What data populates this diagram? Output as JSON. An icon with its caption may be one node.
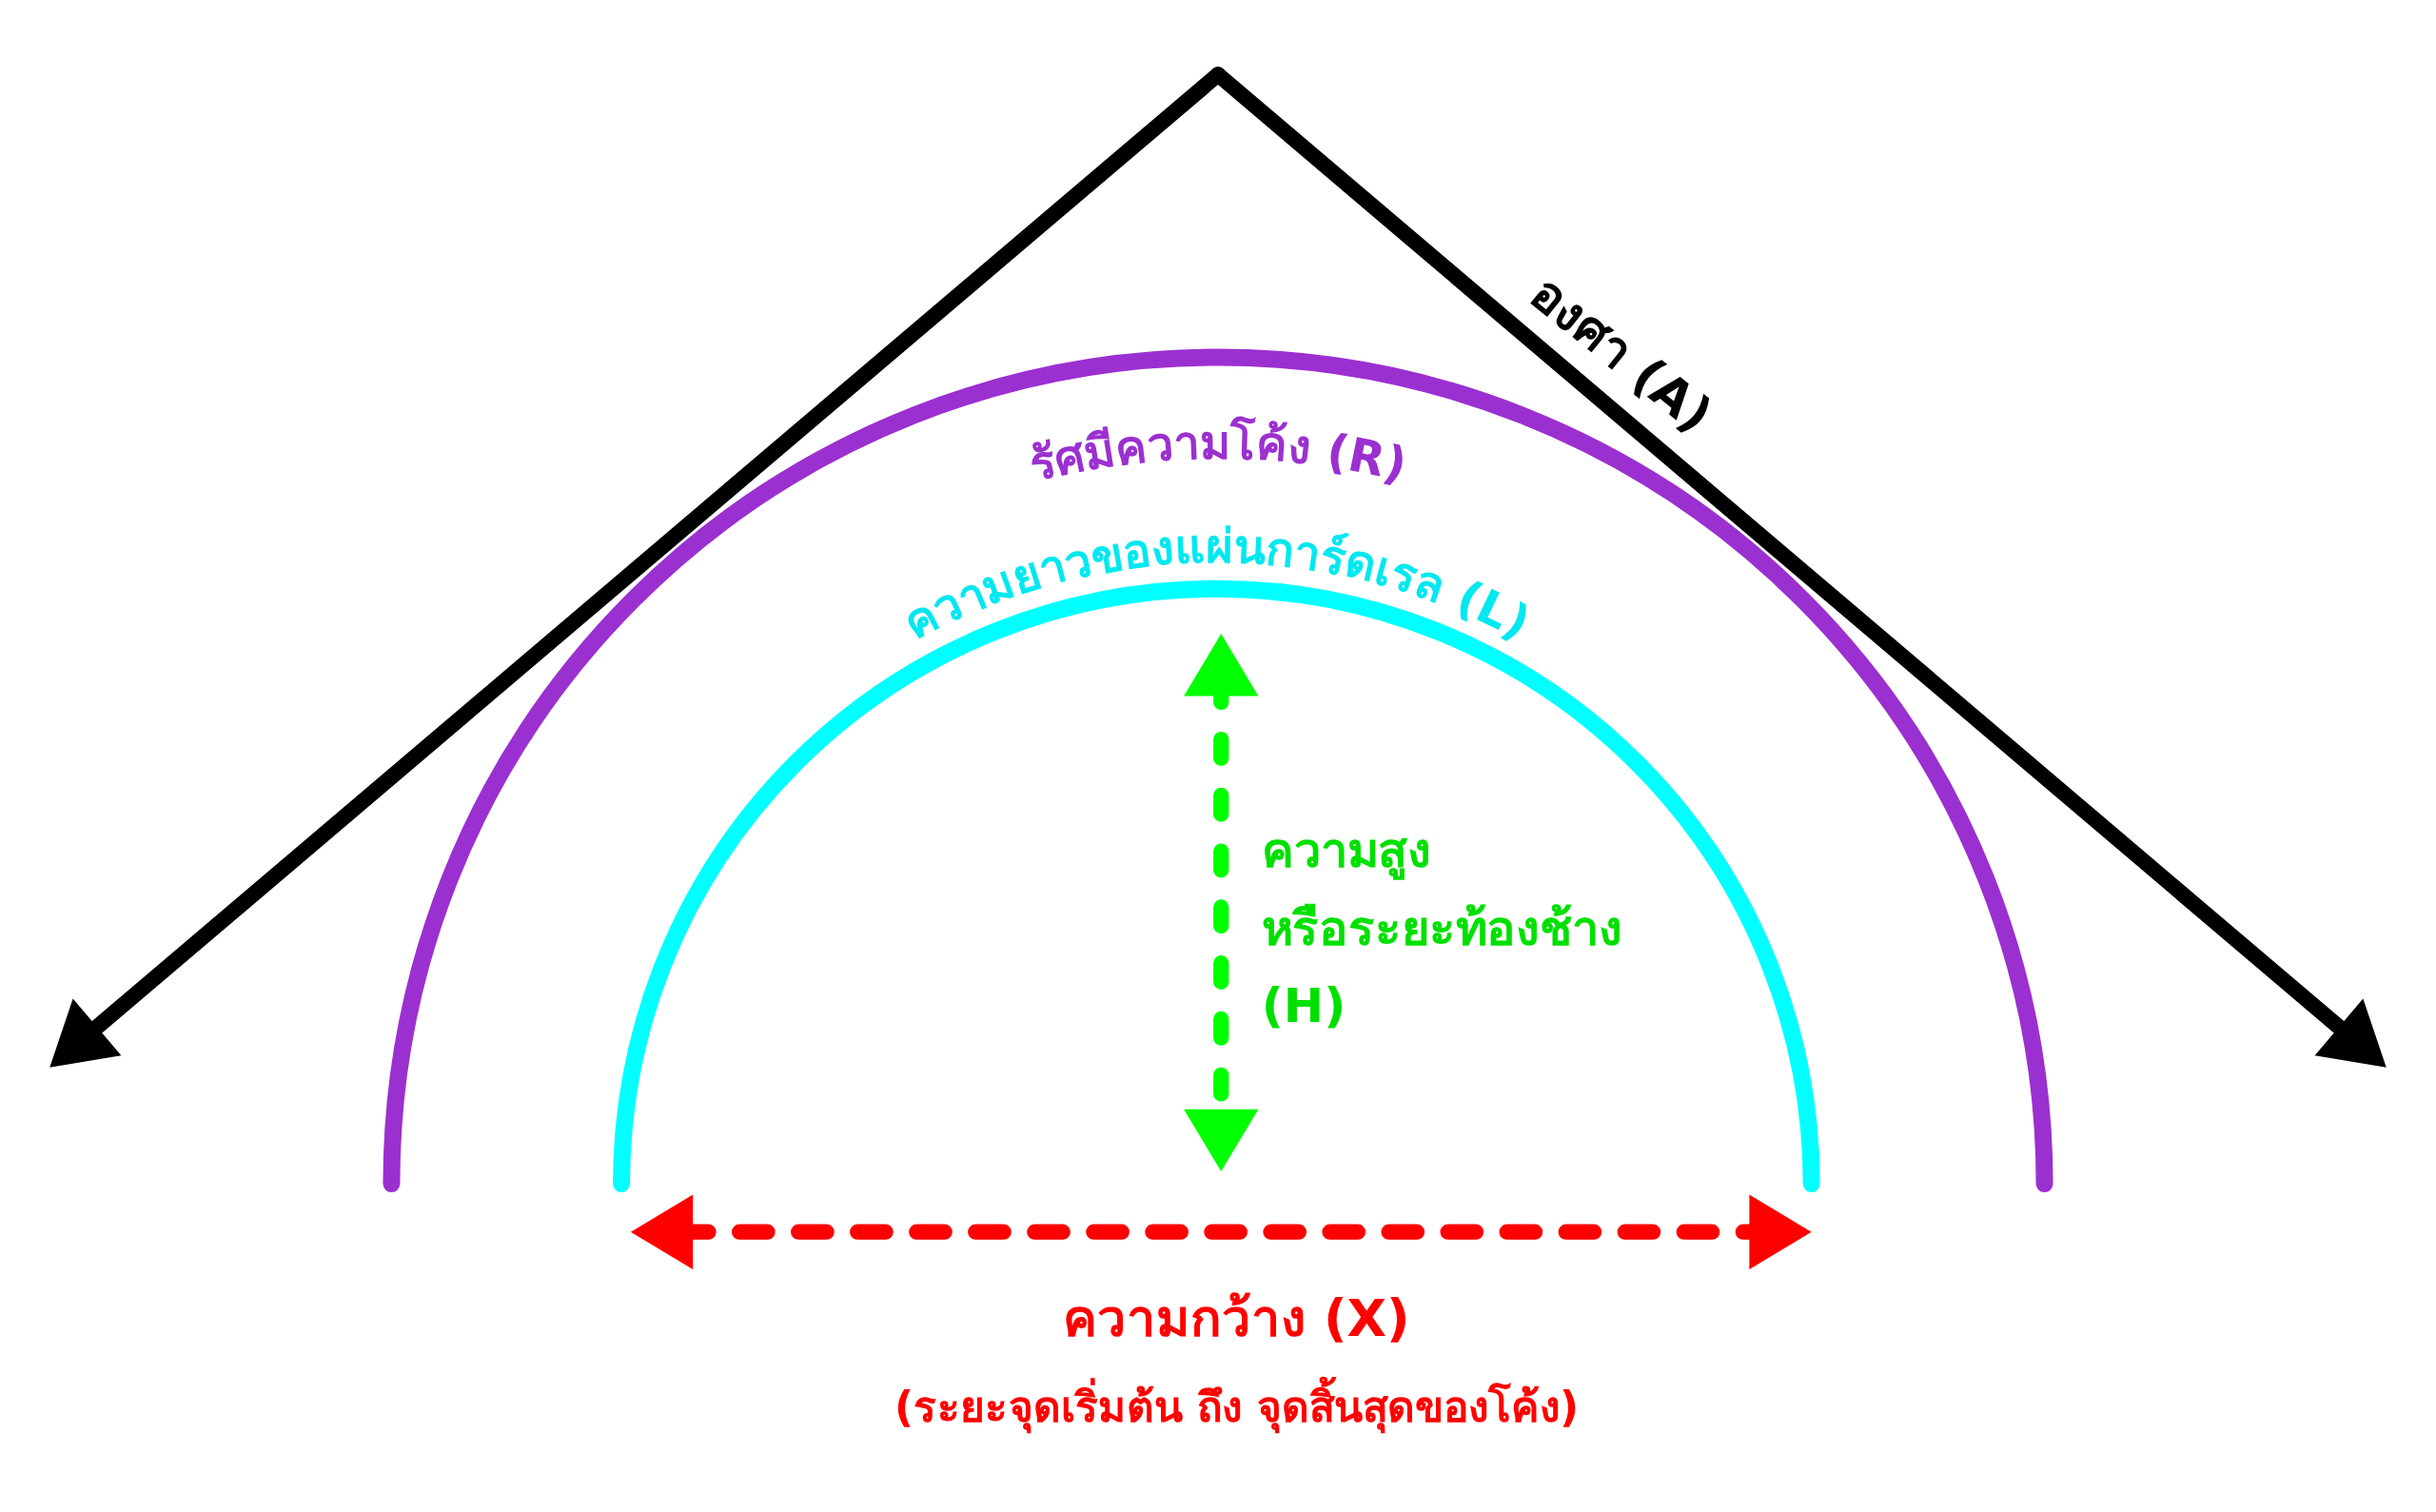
{
  "diagram": {
    "labels": [
      "องศา (A)",
      "รัศมีความโค้ง (R)",
      "ความยาวของแผ่นการ์ดเรล (L)",
      "ความสูง หรือระยะท้องช้าง (H)",
      "ความกว้าง (X)",
      "(ระยะจุดเริ่มต้น ถึง จุดสิ้นสุดของโค้ง)"
    ]
  }
}
